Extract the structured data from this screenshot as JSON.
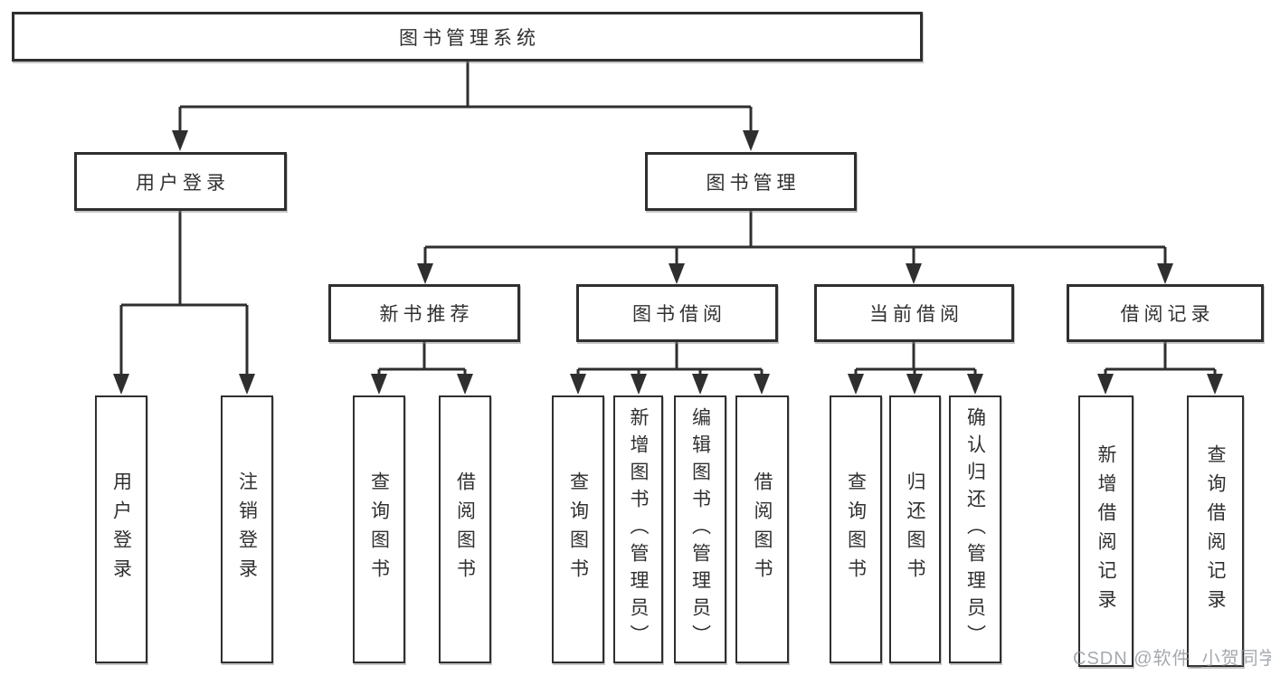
{
  "tree": {
    "root": {
      "label": "图书管理系统"
    },
    "children": [
      {
        "label": "用户登录",
        "children": [
          {
            "label": "用户登录"
          },
          {
            "label": "注销登录"
          }
        ]
      },
      {
        "label": "图书管理",
        "children": [
          {
            "label": "新书推荐",
            "children": [
              {
                "label": "查询图书"
              },
              {
                "label": "借阅图书"
              }
            ]
          },
          {
            "label": "图书借阅",
            "children": [
              {
                "label": "查询图书"
              },
              {
                "label": "新增图书（管理员）"
              },
              {
                "label": "编辑图书（管理员）"
              },
              {
                "label": "借阅图书"
              }
            ]
          },
          {
            "label": "当前借阅",
            "children": [
              {
                "label": "查询图书"
              },
              {
                "label": "归还图书"
              },
              {
                "label": "确认归还（管理员）"
              }
            ]
          },
          {
            "label": "借阅记录",
            "children": [
              {
                "label": "新增借阅记录"
              },
              {
                "label": "查询借阅记录"
              }
            ]
          }
        ]
      }
    ]
  },
  "watermark": {
    "text": "CSDN @软件_小贺同学"
  },
  "colors": {
    "line": "#2f2f2f",
    "text": "#303030",
    "box_background": "#ffffff",
    "page_background": "#ffffff",
    "watermark": "#8c9298"
  }
}
